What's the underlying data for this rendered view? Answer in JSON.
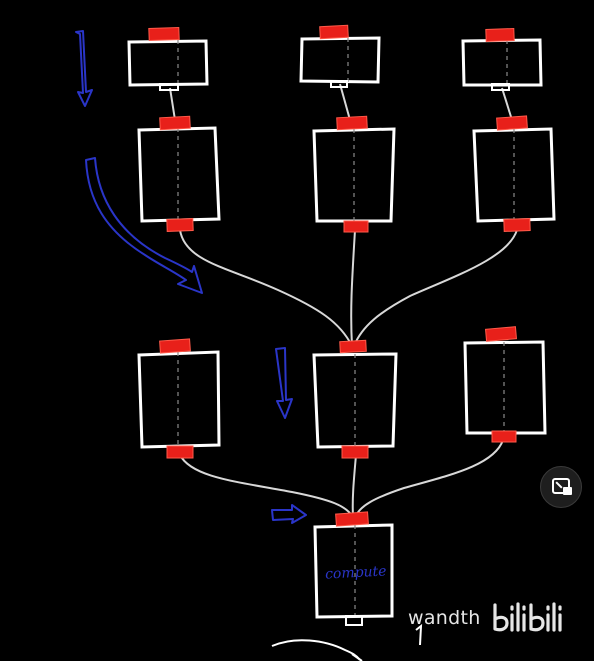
{
  "diagram": {
    "compute_label": "compute",
    "colors": {
      "background": "#000000",
      "box_outline": "#ffffff",
      "port": "#e8201a",
      "arrow": "#2a35c8",
      "wire": "#d8d8d8"
    }
  },
  "overlay": {
    "pip_icon": "picture-in-picture-icon"
  },
  "watermark": {
    "user": "wandth",
    "logo_text": "bilibili"
  }
}
